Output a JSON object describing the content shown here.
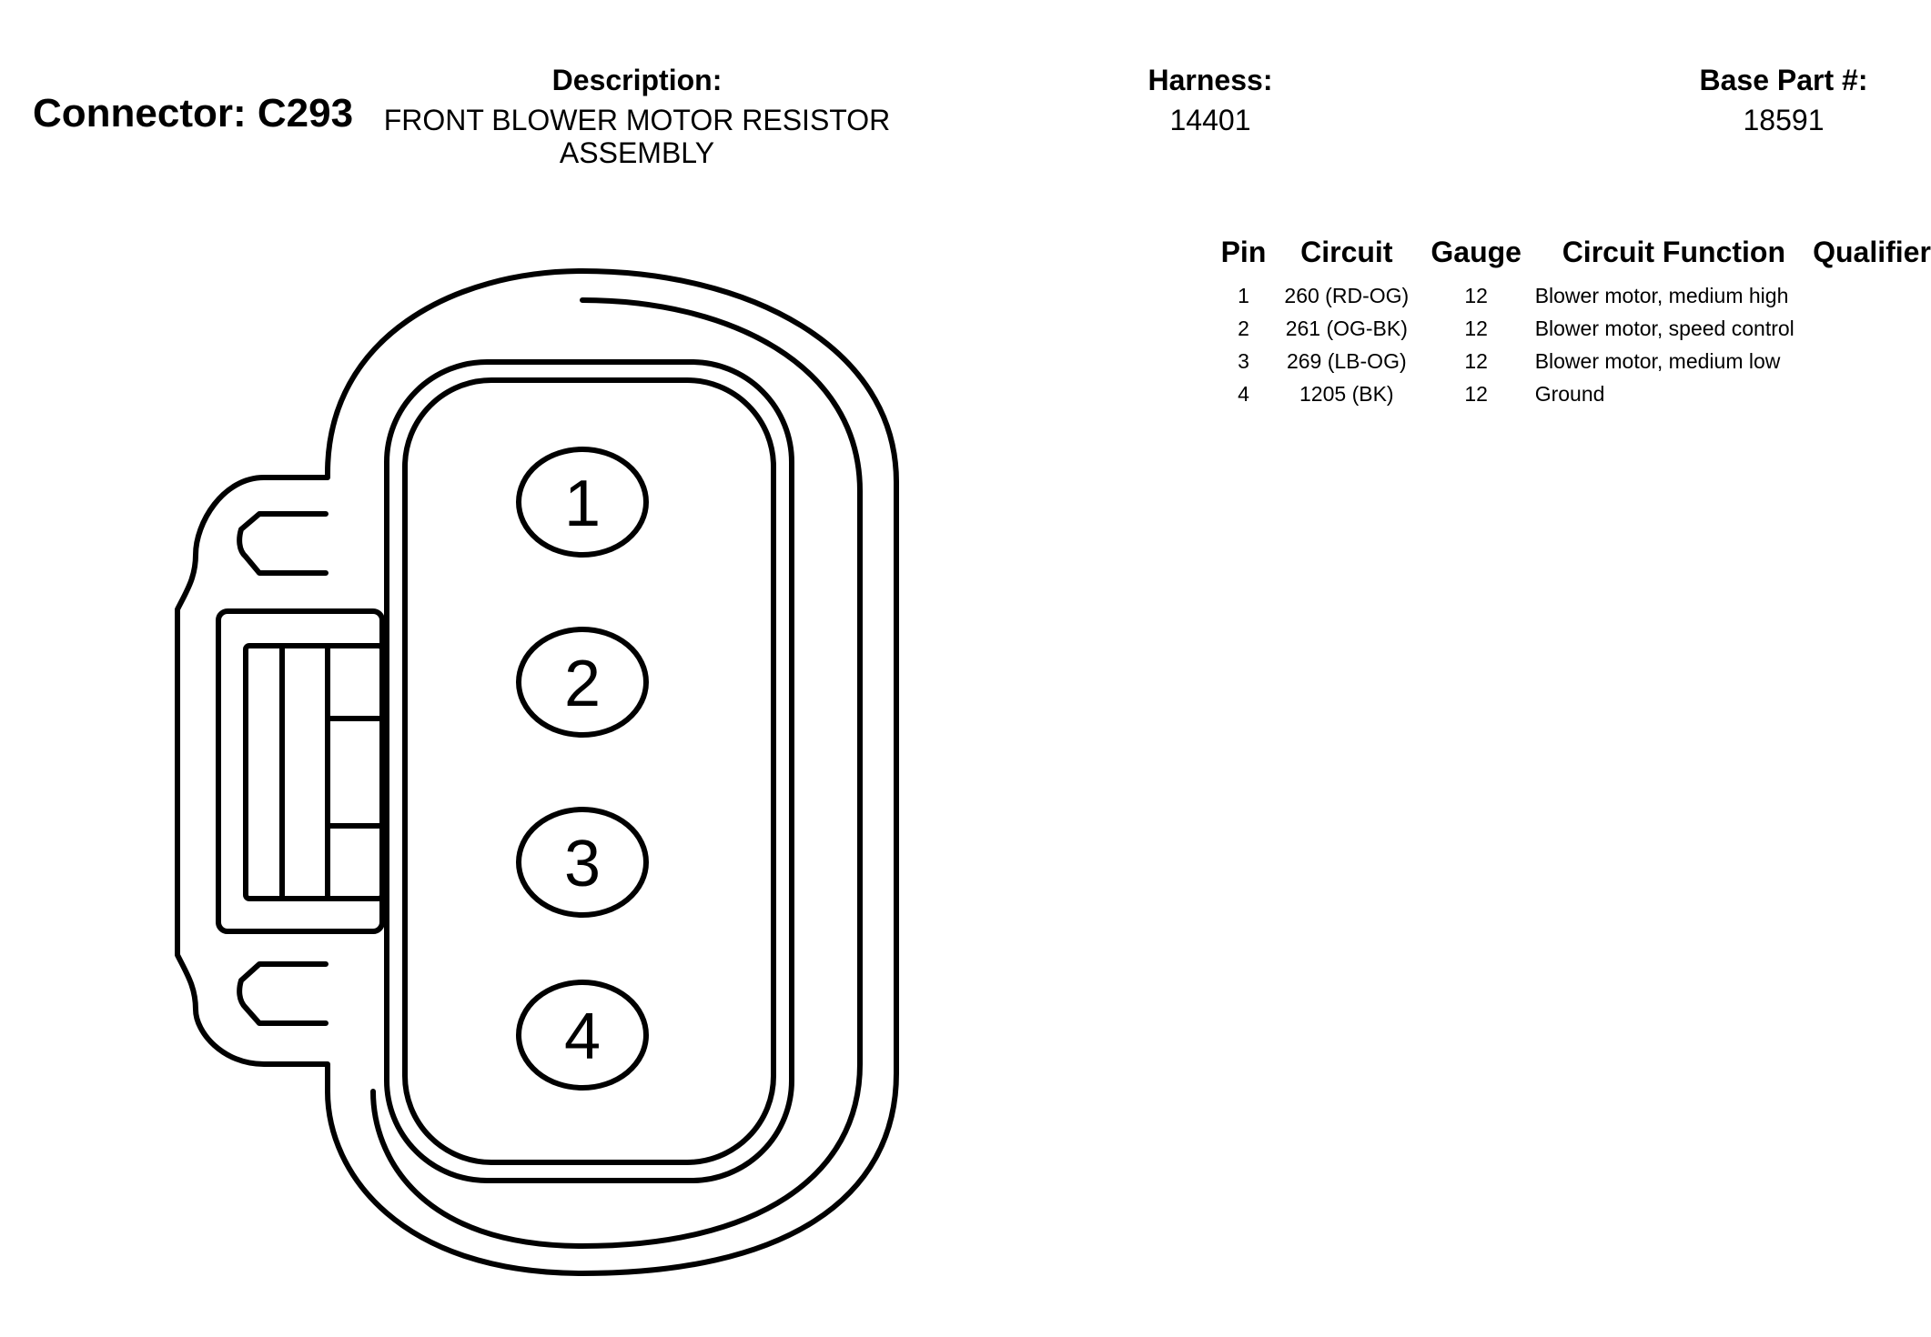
{
  "connector": {
    "label": "Connector: C293"
  },
  "description": {
    "label": "Description:",
    "line1": "FRONT BLOWER MOTOR RESISTOR",
    "line2": "ASSEMBLY"
  },
  "harness": {
    "label": "Harness:",
    "value": "14401"
  },
  "base_part": {
    "label": "Base Part #:",
    "value": "18591"
  },
  "table": {
    "headers": {
      "pin": "Pin",
      "circuit": "Circuit",
      "gauge": "Gauge",
      "function": "Circuit Function",
      "qualifier": "Qualifier"
    },
    "rows": [
      {
        "pin": "1",
        "circuit": "260 (RD-OG)",
        "gauge": "12",
        "function": "Blower motor, medium high",
        "qualifier": ""
      },
      {
        "pin": "2",
        "circuit": "261 (OG-BK)",
        "gauge": "12",
        "function": "Blower motor, speed control",
        "qualifier": ""
      },
      {
        "pin": "3",
        "circuit": "269 (LB-OG)",
        "gauge": "12",
        "function": "Blower motor, medium low",
        "qualifier": ""
      },
      {
        "pin": "4",
        "circuit": "1205 (BK)",
        "gauge": "12",
        "function": "Ground",
        "qualifier": ""
      }
    ]
  },
  "diagram": {
    "pins": [
      "1",
      "2",
      "3",
      "4"
    ]
  }
}
